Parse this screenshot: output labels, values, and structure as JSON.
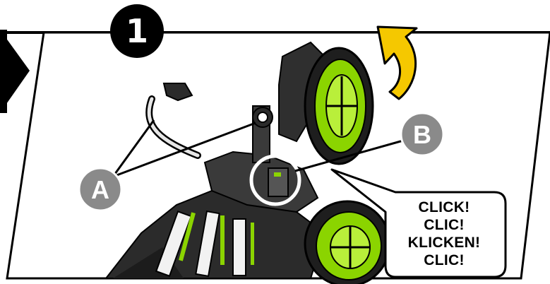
{
  "step": {
    "number": "1"
  },
  "labels": {
    "a": "A",
    "b": "B"
  },
  "callout": {
    "lines": [
      "CLICK!",
      "CLIC!",
      "KLICKEN!",
      "CLIC!"
    ]
  },
  "colors": {
    "accent_green": "#8BD400",
    "arrow_yellow": "#F5C800",
    "label_grey": "#8A8A8A",
    "frame_black": "#000000"
  },
  "icons": {
    "step_badge": "black-circle-number",
    "pointer": "black-triangle-pointer-icon",
    "rotate_arrow": "curved-yellow-arrow-icon",
    "highlight": "white-circle-highlight"
  }
}
